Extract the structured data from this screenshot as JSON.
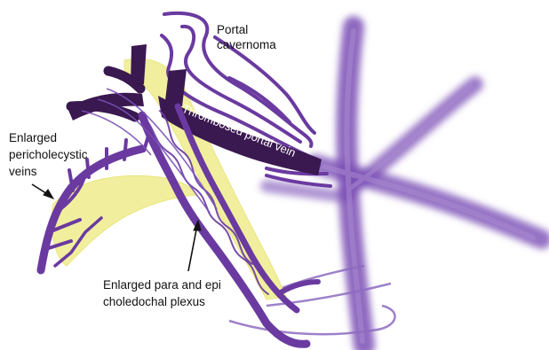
{
  "labels": {
    "portal_cavernoma": [
      "Portal",
      "cavernoma"
    ],
    "thrombosed_vein": "Thrombosed portal vein",
    "pericholecystic": [
      "Enlarged",
      "pericholecystic",
      "veins"
    ],
    "choledochal": [
      "Enlarged para and epi",
      "choledochal plexus"
    ]
  },
  "colors": {
    "vein_purple": "#6a3aa0",
    "vein_dark": "#3a1850",
    "vein_light": "#8a5bc0",
    "duct_yellow": "#f1ef9e"
  }
}
